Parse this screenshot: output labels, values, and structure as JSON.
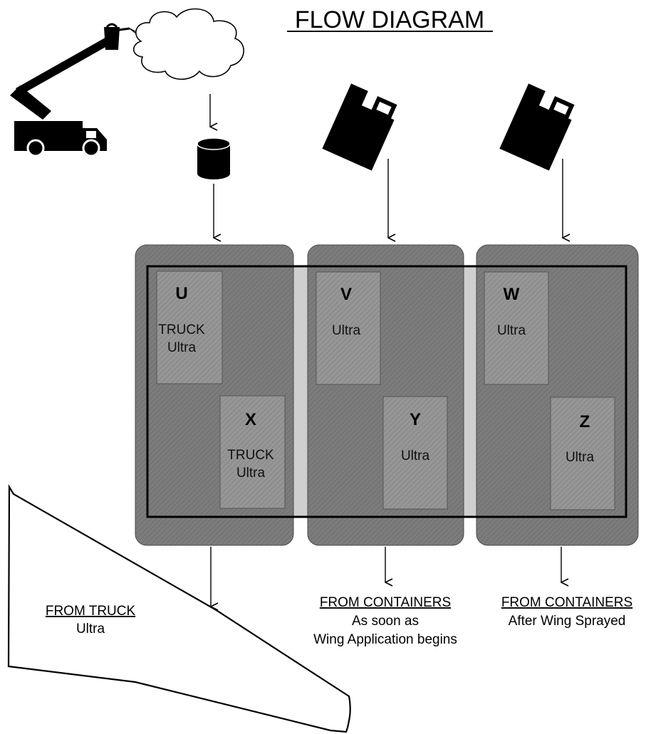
{
  "title": "FLOW DIAGRAM",
  "icons": {
    "truck": "boom-truck-icon",
    "spray": "spray-cloud-icon",
    "drum": "drum-container-icon",
    "jug": "fluid-container-icon",
    "wing": "wing-outline-icon"
  },
  "panels": [
    {
      "letter": "U",
      "line1": "TRUCK",
      "line2": "Ultra"
    },
    {
      "letter": "X",
      "line1": "TRUCK",
      "line2": "Ultra"
    },
    {
      "letter": "V",
      "line1": "Ultra"
    },
    {
      "letter": "Y",
      "line1": "Ultra"
    },
    {
      "letter": "W",
      "line1": "Ultra"
    },
    {
      "letter": "Z",
      "line1": "Ultra"
    }
  ],
  "captions": {
    "truck": {
      "heading": "FROM TRUCK",
      "line1": "Ultra"
    },
    "containers_now": {
      "heading": "FROM CONTAINERS",
      "line1": "As soon as",
      "line2": "Wing Application begins"
    },
    "containers_after": {
      "heading": "FROM CONTAINERS",
      "line1": "After Wing Sprayed"
    }
  },
  "colors": {
    "panel": "#7c7c7c",
    "inner_panel": "#969696",
    "gap": "#cfcfcf",
    "ink": "#000000"
  }
}
